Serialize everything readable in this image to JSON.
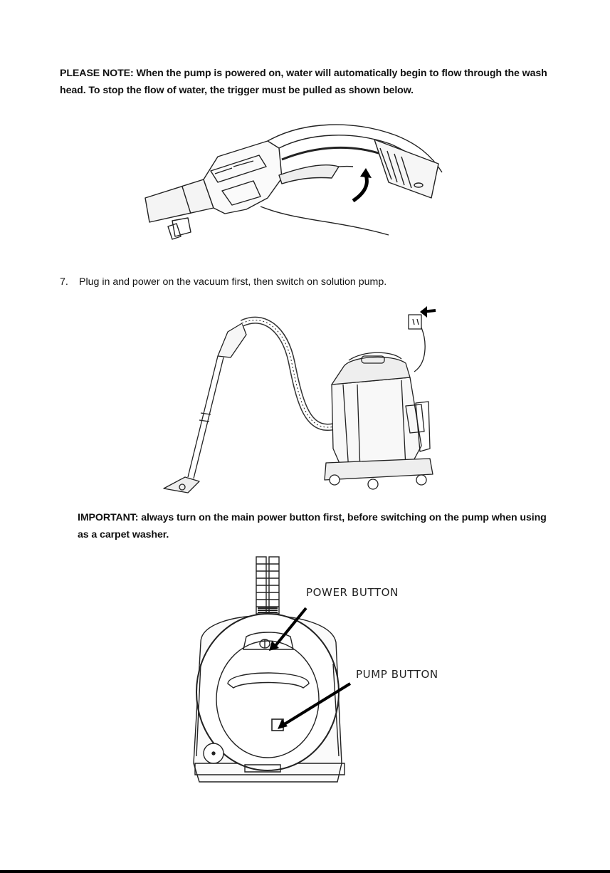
{
  "note": "PLEASE NOTE: When the pump is powered on, water will automatically begin to flow through the wash head. To stop the flow of water, the trigger must be pulled as shown below.",
  "step": {
    "number": "7.",
    "text": "Plug in and power on the vacuum first, then switch on solution pump."
  },
  "important": "IMPORTANT: always turn on the main power button first, before switching on the pump when using as a carpet washer.",
  "labels": {
    "power_button": "POWER BUTTON",
    "pump_button": "PUMP BUTTON"
  }
}
